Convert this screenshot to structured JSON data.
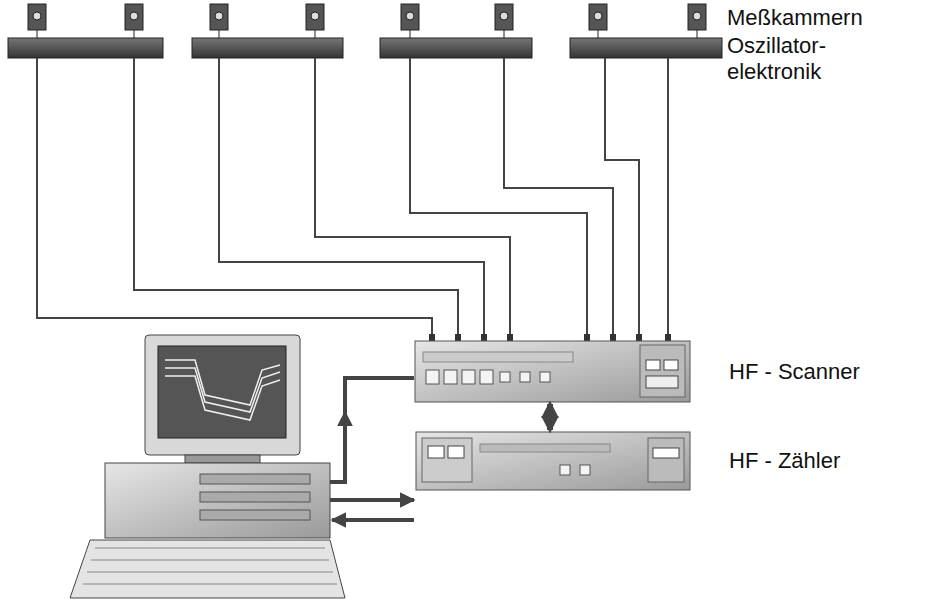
{
  "diagram": {
    "nodes": [
      {
        "text": [
          "HF - Scanner"
        ]
      },
      {
        "text": [
          "HF - Zähler"
        ]
      }
    ],
    "edges": [
      {
        "from": 0,
        "to": 1,
        "arrow": "both"
      }
    ],
    "labels": [
      "Meßkammern",
      "Oszillator- elektronik"
    ]
  }
}
